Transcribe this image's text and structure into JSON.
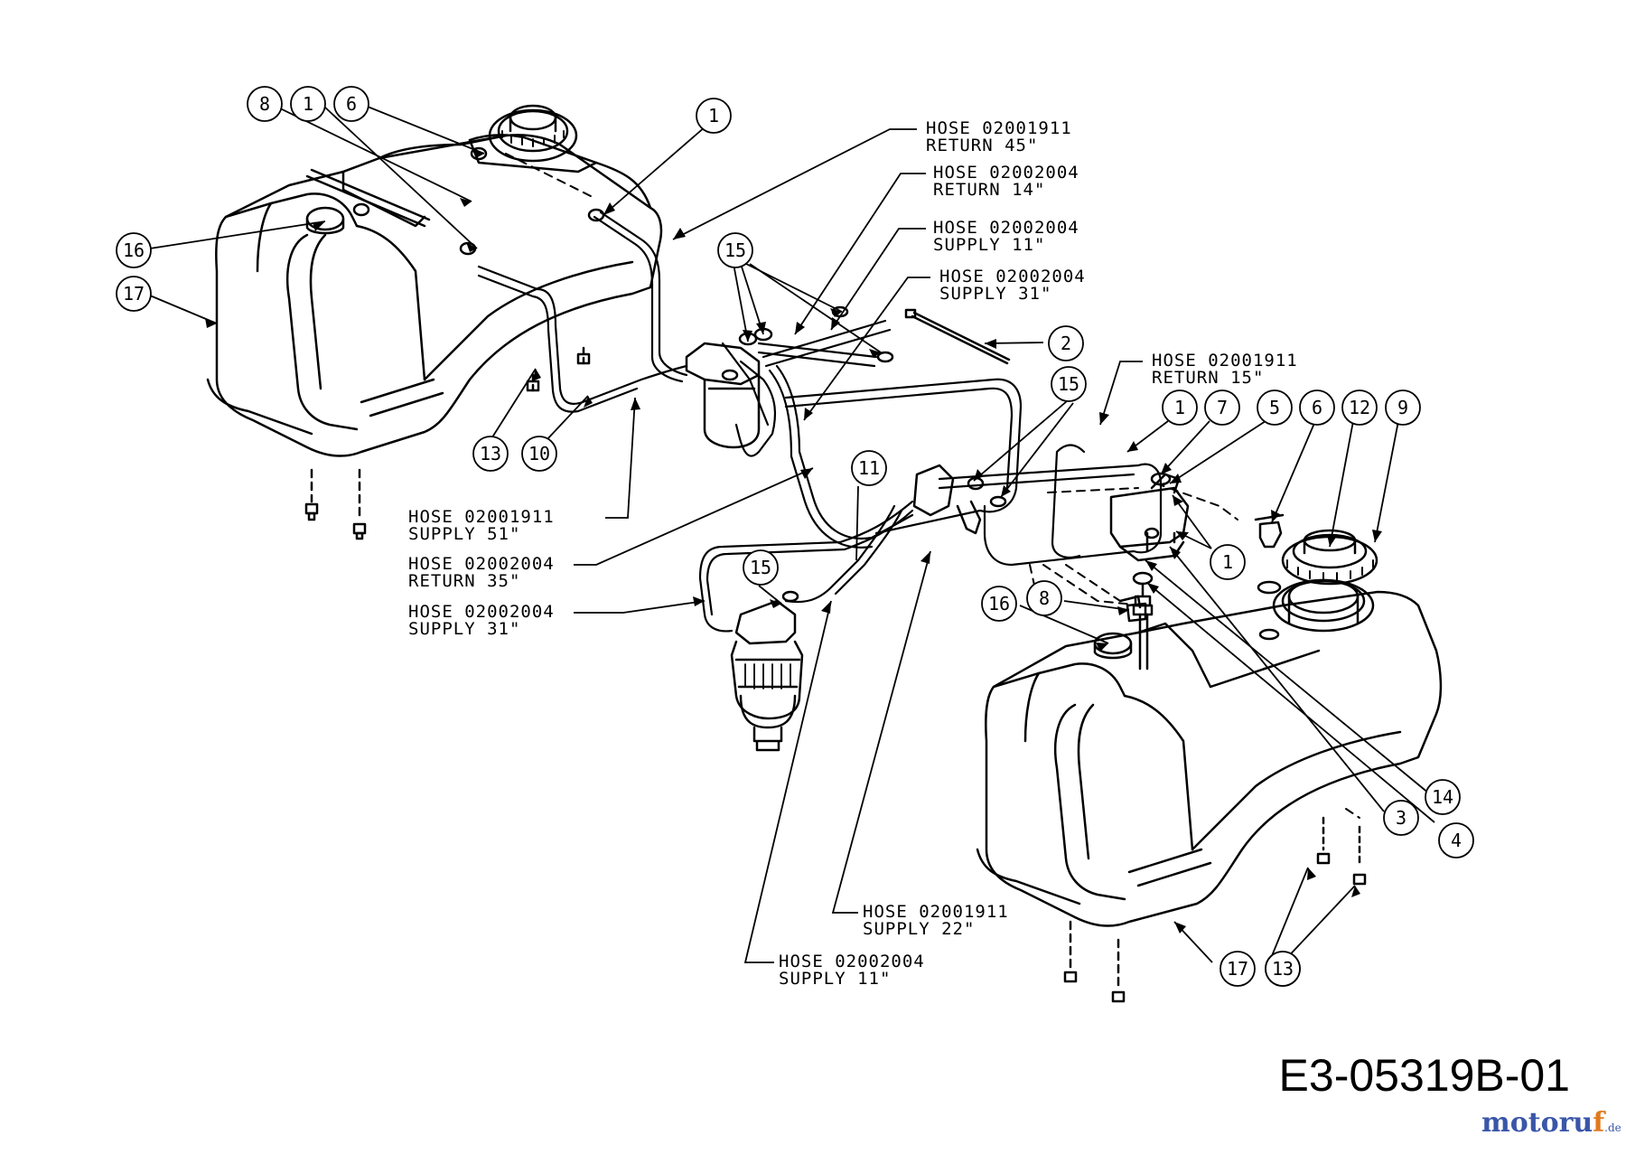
{
  "drawing_id": "E3-05319B-01",
  "brand": {
    "name_part1": "motoru",
    "name_part2": "f",
    "name_suffix": ".de"
  },
  "hose_labels": [
    {
      "line1": "HOSE 02001911",
      "line2": "RETURN 45\""
    },
    {
      "line1": "HOSE 02002004",
      "line2": "RETURN 14\""
    },
    {
      "line1": "HOSE 02002004",
      "line2": "SUPPLY 11\""
    },
    {
      "line1": "HOSE 02002004",
      "line2": "SUPPLY 31\""
    },
    {
      "line1": "HOSE 02001911",
      "line2": "RETURN 15\""
    },
    {
      "line1": "HOSE 02001911",
      "line2": "SUPPLY 51\""
    },
    {
      "line1": "HOSE 02002004",
      "line2": "RETURN 35\""
    },
    {
      "line1": "HOSE 02002004",
      "line2": "SUPPLY 31\""
    },
    {
      "line1": "HOSE 02001911",
      "line2": "SUPPLY 22\""
    },
    {
      "line1": "HOSE 02002004",
      "line2": "SUPPLY 11\""
    }
  ],
  "callouts": [
    "8",
    "1",
    "6",
    "1",
    "16",
    "17",
    "15",
    "2",
    "13",
    "10",
    "15",
    "1",
    "7",
    "5",
    "6",
    "12",
    "9",
    "11",
    "1",
    "15",
    "16",
    "8",
    "14",
    "3",
    "4",
    "13",
    "17",
    "13"
  ]
}
